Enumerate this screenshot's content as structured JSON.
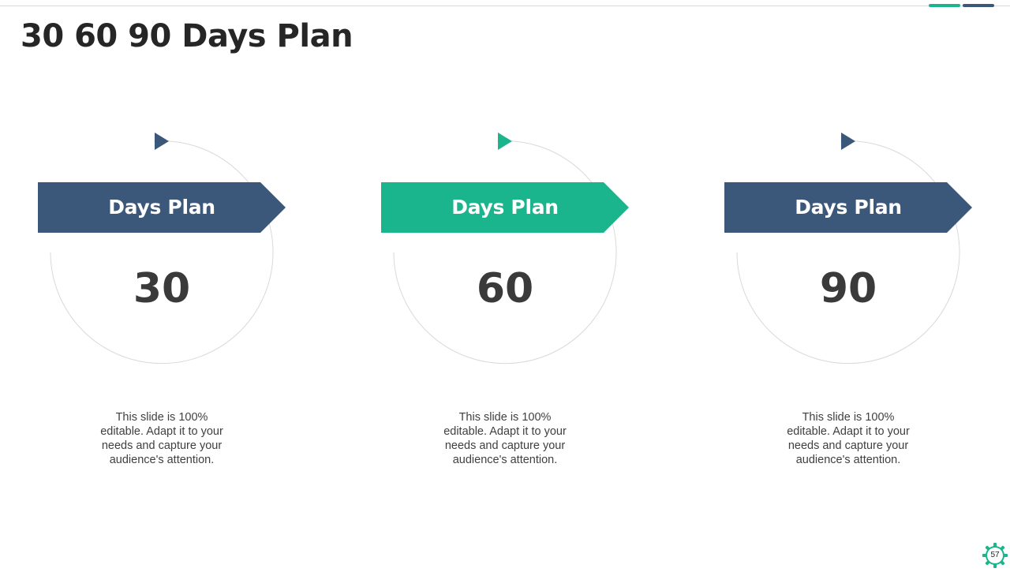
{
  "slide": {
    "title": "30 60 90 Days Plan",
    "page_number": "57"
  },
  "colors": {
    "navy": "#3b5779",
    "teal": "#1ab58c",
    "ring": "#d9d9d9",
    "text_dark": "#3a3a3a"
  },
  "plans": [
    {
      "banner_label": "Days Plan",
      "number": "30",
      "color": "navy",
      "description": "This slide is 100% editable. Adapt it to your needs and capture your audience's attention."
    },
    {
      "banner_label": "Days Plan",
      "number": "60",
      "color": "teal",
      "description": "This slide is 100% editable. Adapt it to your needs and capture your audience's attention."
    },
    {
      "banner_label": "Days Plan",
      "number": "90",
      "color": "navy",
      "description": "This slide is 100% editable. Adapt it to your needs and capture your audience's attention."
    }
  ],
  "icons": {
    "arrow": "triangle-arrow-icon",
    "badge": "gear-icon"
  }
}
